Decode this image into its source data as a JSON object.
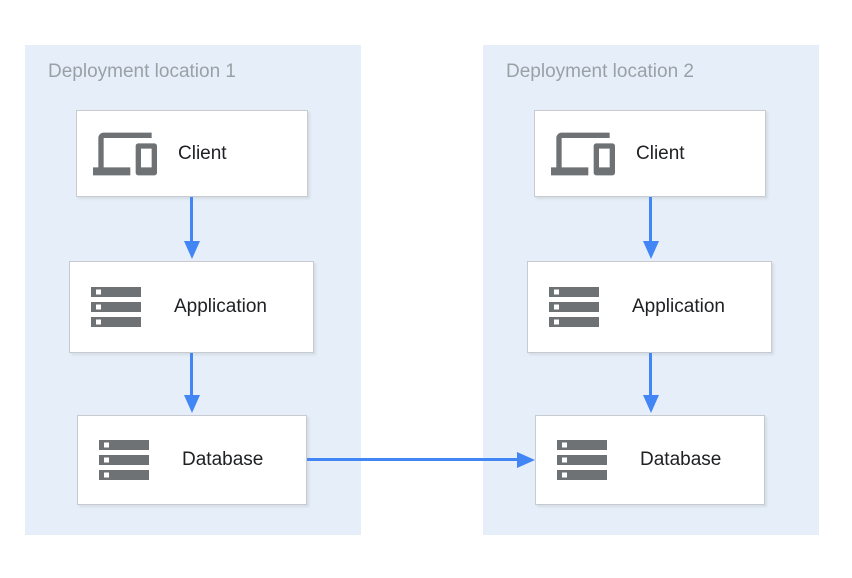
{
  "colors": {
    "panel_bg": "#e6eff9",
    "node_bg": "#ffffff",
    "node_border": "#c7cbcf",
    "icon": "#6f7275",
    "arrow": "#4285f4",
    "title_text": "#9aa0a6",
    "label_text": "#202124"
  },
  "locations": [
    {
      "title": "Deployment location 1",
      "nodes": [
        {
          "id": "client-1",
          "label": "Client",
          "icon": "devices-icon"
        },
        {
          "id": "application-1",
          "label": "Application",
          "icon": "storage-icon"
        },
        {
          "id": "database-1",
          "label": "Database",
          "icon": "storage-icon"
        }
      ]
    },
    {
      "title": "Deployment location 2",
      "nodes": [
        {
          "id": "client-2",
          "label": "Client",
          "icon": "devices-icon"
        },
        {
          "id": "application-2",
          "label": "Application",
          "icon": "storage-icon"
        },
        {
          "id": "database-2",
          "label": "Database",
          "icon": "storage-icon"
        }
      ]
    }
  ],
  "connections": [
    {
      "from": "client-1",
      "to": "application-1",
      "direction": "down"
    },
    {
      "from": "application-1",
      "to": "database-1",
      "direction": "down"
    },
    {
      "from": "client-2",
      "to": "application-2",
      "direction": "down"
    },
    {
      "from": "application-2",
      "to": "database-2",
      "direction": "down"
    },
    {
      "from": "database-1",
      "to": "database-2",
      "direction": "right"
    }
  ]
}
